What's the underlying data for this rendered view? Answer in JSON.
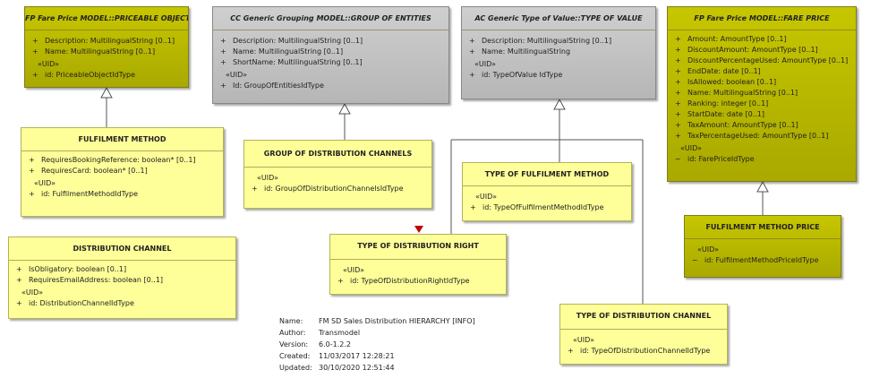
{
  "classes": {
    "priceable_object": {
      "title": "FP Fare Price MODEL::PRICEABLE OBJECT",
      "attributes": [
        {
          "vis": "+",
          "text": "Description: MultilingualString [0..1]"
        },
        {
          "vis": "+",
          "text": "Name: MultilingualString [0..1]"
        }
      ],
      "stereotype": "«UID»",
      "uid": {
        "vis": "+",
        "text": "id: PriceableObjectIdType"
      }
    },
    "group_of_entities": {
      "title": "CC Generic Grouping MODEL::GROUP OF ENTITIES",
      "attributes": [
        {
          "vis": "+",
          "text": "Description: MultilingualString [0..1]"
        },
        {
          "vis": "+",
          "text": "Name: MultilingualString [0..1]"
        },
        {
          "vis": "+",
          "text": "ShortName: MultilingualString [0..1]"
        }
      ],
      "stereotype": "«UID»",
      "uid": {
        "vis": "+",
        "text": "Id: GroupOfEntitiesIdType"
      }
    },
    "type_of_value": {
      "title": "AC Generic Type of Value::TYPE OF VALUE",
      "attributes": [
        {
          "vis": "+",
          "text": "Description: MultilingualString [0..1]"
        },
        {
          "vis": "+",
          "text": "Name: MultilingualString"
        }
      ],
      "stereotype": "«UID»",
      "uid": {
        "vis": "+",
        "text": "id: TypeOfValue IdType"
      }
    },
    "fare_price": {
      "title": "FP Fare Price MODEL::FARE PRICE",
      "attributes": [
        {
          "vis": "+",
          "text": "Amount: AmountType [0..1]"
        },
        {
          "vis": "+",
          "text": "DiscountAmount: AmountType [0..1]"
        },
        {
          "vis": "+",
          "text": "DiscountPercentageUsed: AmountType [0..1]"
        },
        {
          "vis": "+",
          "text": "EndDate: date [0..1]"
        },
        {
          "vis": "+",
          "text": "IsAllowed: boolean [0..1]"
        },
        {
          "vis": "+",
          "text": "Name: MultilingualString [0..1]"
        },
        {
          "vis": "+",
          "text": "Ranking: integer [0..1]"
        },
        {
          "vis": "+",
          "text": "StartDate: date [0..1]"
        },
        {
          "vis": "+",
          "text": "TaxAmount: AmountType [0..1]"
        },
        {
          "vis": "+",
          "text": "TaxPercentageUsed: AmountType [0..1]"
        }
      ],
      "stereotype": "«UID»",
      "uid": {
        "vis": "~",
        "text": "id: FarePriceIdType"
      }
    },
    "fulfilment_method": {
      "title": "FULFILMENT METHOD",
      "attributes": [
        {
          "vis": "+",
          "text": "RequiresBookingReference: boolean* [0..1]"
        },
        {
          "vis": "+",
          "text": "RequiresCard: boolean* [0..1]"
        }
      ],
      "stereotype": "«UID»",
      "uid": {
        "vis": "+",
        "text": "id: FulfilmentMethodIdType"
      }
    },
    "group_of_distribution_channels": {
      "title": "GROUP OF DISTRIBUTION CHANNELS",
      "attributes": [],
      "stereotype": "«UID»",
      "uid": {
        "vis": "+",
        "text": "id: GroupOfDistributionChannelsIdType"
      }
    },
    "type_of_fulfilment_method": {
      "title": "TYPE OF FULFILMENT METHOD",
      "attributes": [],
      "stereotype": "«UID»",
      "uid": {
        "vis": "+",
        "text": "id: TypeOfFulfilmentMethodIdType"
      }
    },
    "fulfilment_method_price": {
      "title": "FULFILMENT METHOD PRICE",
      "attributes": [],
      "stereotype": "«UID»",
      "uid": {
        "vis": "~",
        "text": "id: FulfilmentMethodPriceIdType"
      }
    },
    "distribution_channel": {
      "title": "DISTRIBUTION CHANNEL",
      "attributes": [
        {
          "vis": "+",
          "text": "IsObligatory: boolean [0..1]"
        },
        {
          "vis": "+",
          "text": "RequiresEmailAddress: boolean [0..1]"
        }
      ],
      "stereotype": "«UID»",
      "uid": {
        "vis": "+",
        "text": "id: DistributionChannelIdType"
      }
    },
    "type_of_distribution_right": {
      "title": "TYPE OF DISTRIBUTION RIGHT",
      "attributes": [],
      "stereotype": "«UID»",
      "uid": {
        "vis": "+",
        "text": "id: TypeOfDistributionRightIdType"
      }
    },
    "type_of_distribution_channel": {
      "title": "TYPE OF DISTRIBUTION CHANNEL",
      "attributes": [],
      "stereotype": "«UID»",
      "uid": {
        "vis": "+",
        "text": "id: TypeOfDistributionChannelIdType"
      }
    }
  },
  "info": [
    {
      "key": "Name:",
      "value": "FM SD Sales Distribution HIERARCHY [INFO]"
    },
    {
      "key": "Author:",
      "value": "Transmodel"
    },
    {
      "key": "Version:",
      "value": "6.0-1.2.2"
    },
    {
      "key": "Created:",
      "value": "11/03/2017 12:28:21"
    },
    {
      "key": "Updated:",
      "value": "30/10/2020 12:51:44"
    }
  ],
  "colors": {
    "class_fill": "#ffff99",
    "external_class_fill": "#b5b500",
    "generic_class_fill": "#c2c2c2",
    "connector": "#555555",
    "marker": "#c00000"
  }
}
